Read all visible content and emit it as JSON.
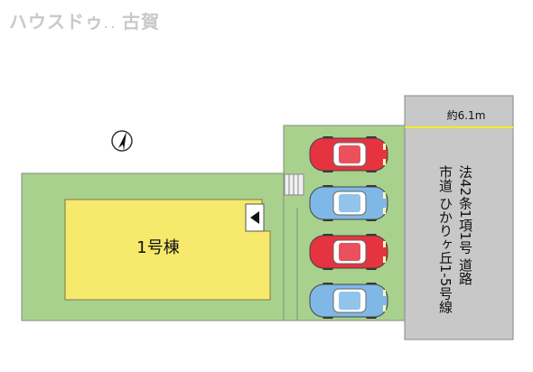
{
  "watermark": {
    "brand": "ハウスドゥ",
    "small": ". .",
    "location": "古賀"
  },
  "plan": {
    "building_label": "1号棟",
    "road_width": "約6.1m",
    "road_line1": "法42条1項1号 道路",
    "road_line2": "市道 ひかりヶ丘1-5号線",
    "parking_spaces": [
      {
        "color": "#e53340"
      },
      {
        "color": "#7fb8e6"
      },
      {
        "color": "#e53340"
      },
      {
        "color": "#7fb8e6"
      }
    ],
    "colors": {
      "lot_green": "#a9d18e",
      "building_yellow": "#f6e96c",
      "road_gray": "#c8c8c8",
      "road_line_yellow": "#f2ec2a"
    },
    "icons": [
      "compass-north-icon",
      "entrance-arrow-icon",
      "stairs-icon",
      "car-icon"
    ]
  }
}
